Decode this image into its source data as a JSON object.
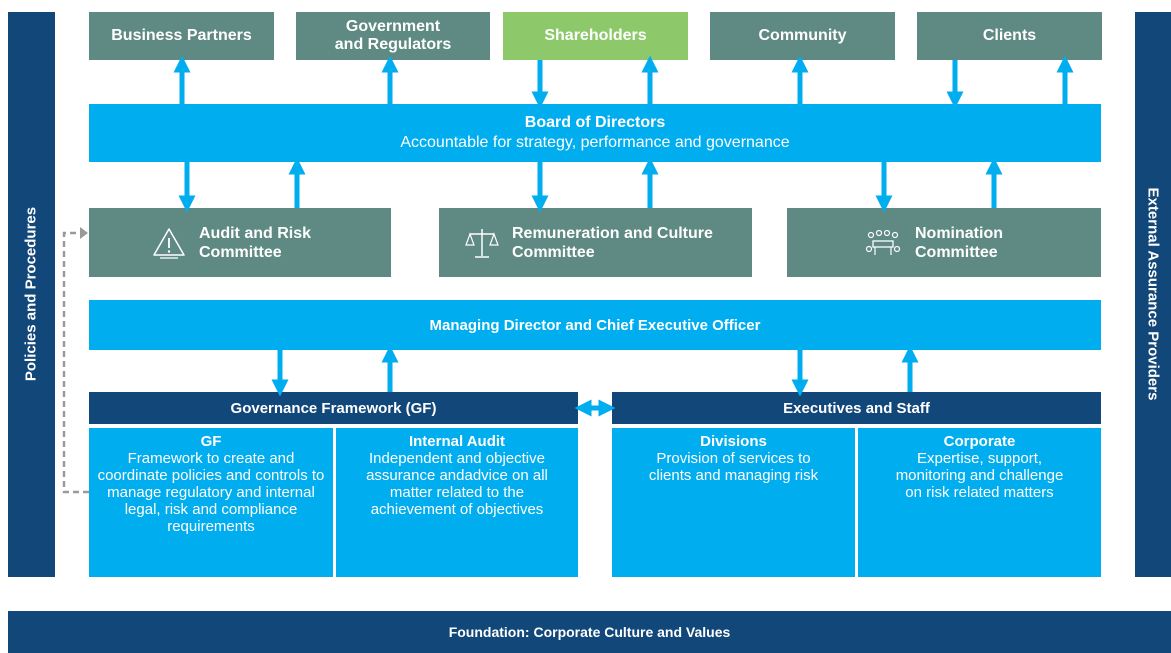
{
  "side_left_label": "Policies and Procedures",
  "side_right_label": "External Assurance Providers",
  "stakeholders": [
    {
      "label": "Business Partners"
    },
    {
      "label": "Government and Regulators"
    },
    {
      "label": "Shareholders"
    },
    {
      "label": "Community"
    },
    {
      "label": "Clients"
    }
  ],
  "board": {
    "title": "Board of Directors",
    "subtitle": "Accountable for strategy, performance and governance"
  },
  "committees": [
    {
      "label": "Audit and Risk Committee",
      "icon": "warning-icon"
    },
    {
      "label": "Remuneration and Culture Committee",
      "icon": "scales-icon"
    },
    {
      "label": "Nomination Committee",
      "icon": "meeting-icon"
    }
  ],
  "ceo": {
    "title": "Managing Director and Chief Executive Officer"
  },
  "governance_framework": {
    "title": "Governance Framework (GF)",
    "cells": [
      {
        "heading": "GF",
        "text": "Framework to create and coordinate policies and controls to manage regulatory and internal legal, risk and compliance requirements"
      },
      {
        "heading": "Internal Audit",
        "text": "Independent and objective assurance andadvice on all matter related to the achievement of objectives"
      }
    ]
  },
  "executives": {
    "title": "Executives and Staff",
    "cells": [
      {
        "heading": "Divisions",
        "text": "Provision of services to clients and managing risk"
      },
      {
        "heading": "Corporate",
        "text": "Expertise, support, monitoring and challenge on risk related matters"
      }
    ]
  },
  "foundation": {
    "title": "Foundation: Corporate Culture and Values"
  },
  "colors": {
    "navy": "#12477a",
    "teal": "#5e8a83",
    "green": "#8dc96b",
    "blue": "#00adef"
  }
}
